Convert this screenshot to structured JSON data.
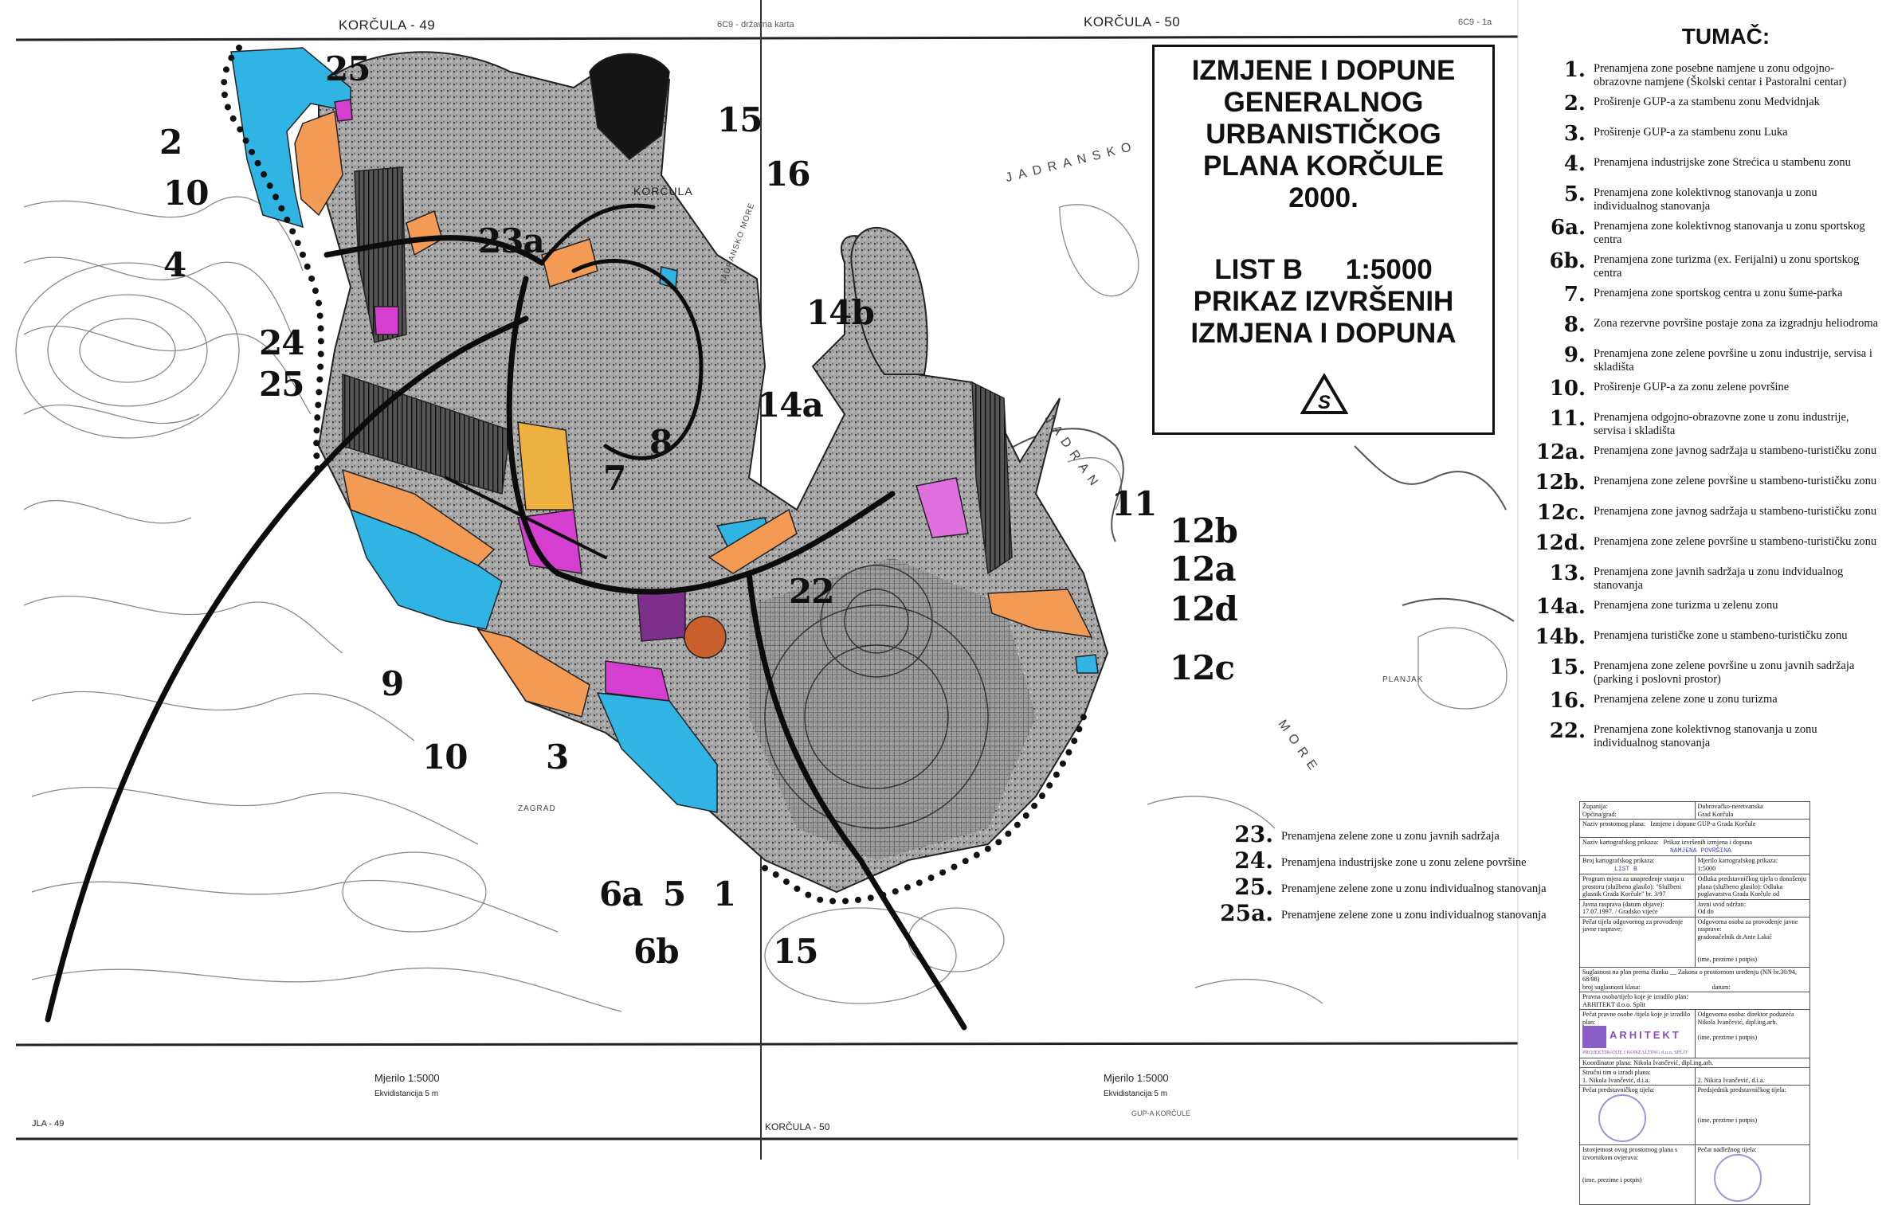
{
  "sheet_headers": {
    "left": "KORČULA - 49",
    "middle": "6C9 - državna karta",
    "right": "KORČULA - 50",
    "right_small": "6C9 - 1a"
  },
  "title_box": {
    "lines": [
      "IZMJENE I DOPUNE",
      "GENERALNOG",
      "URBANISTIČKOG",
      "PLANA KORČULE",
      "2000."
    ],
    "sheet": "LIST B",
    "scale": "1:5000",
    "subtitle_lines": [
      "PRIKAZ IZVRŠENIH",
      "IZMJENA I DOPUNA"
    ],
    "logo_letter": "S"
  },
  "map_labels": [
    "25",
    "2",
    "10",
    "4",
    "23a",
    "24",
    "25",
    "15",
    "16",
    "14b",
    "14a",
    "8",
    "7",
    "11",
    "12b",
    "12a",
    "12d",
    "12c",
    "22",
    "9",
    "10",
    "3",
    "6a",
    "5",
    "1",
    "6b",
    "15"
  ],
  "map_place_names": {
    "town": "KORČULA",
    "sea_1": "JADRANSKO",
    "sea_2": "JADRAN",
    "sea_3": "MORE",
    "islet": "PLANJAK",
    "bay": "ZAGRAD",
    "road": "JADRANSKO MORE"
  },
  "legend": {
    "title": "TUMAČ:",
    "items": [
      {
        "num": "1.",
        "text": "Prenamjena zone posebne namjene u zonu odgojno-obrazovne namjene (Školski centar i Pastoralni centar)"
      },
      {
        "num": "2.",
        "text": "Proširenje GUP-a za stambenu zonu Medvidnjak"
      },
      {
        "num": "3.",
        "text": "Proširenje GUP-a za stambenu zonu Luka"
      },
      {
        "num": "4.",
        "text": "Prenamjena industrijske zone Strećica u stambenu zonu"
      },
      {
        "num": "5.",
        "text": "Prenamjena zone kolektivnog stanovanja u zonu individualnog stanovanja"
      },
      {
        "num": "6a.",
        "text": "Prenamjena zone kolektivnog stanovanja u zonu sportskog centra"
      },
      {
        "num": "6b.",
        "text": "Prenamjena zone turizma (ex. Ferijalni) u zonu sportskog centra"
      },
      {
        "num": "7.",
        "text": "Prenamjena zone sportskog centra u zonu šume-parka"
      },
      {
        "num": "8.",
        "text": "Zona rezervne površine postaje zona za izgradnju heliodroma"
      },
      {
        "num": "9.",
        "text": "Prenamjena zone zelene površine u zonu industrije, servisa i skladišta"
      },
      {
        "num": "10.",
        "text": "Proširenje GUP-a za zonu zelene površine"
      },
      {
        "num": "11.",
        "text": "Prenamjena odgojno-obrazovne zone u zonu industrije, servisa i skladišta"
      },
      {
        "num": "12a.",
        "text": "Prenamjena zone javnog sadržaja u stambeno-turističku zonu"
      },
      {
        "num": "12b.",
        "text": "Prenamjena zone zelene površine u stambeno-turističku zonu"
      },
      {
        "num": "12c.",
        "text": "Prenamjena zone javnog sadržaja u stambeno-turističku zonu"
      },
      {
        "num": "12d.",
        "text": "Prenamjena zone zelene površine u stambeno-turističku zonu"
      },
      {
        "num": "13.",
        "text": "Prenamjena zone javnih sadržaja u zonu indvidualnog stanovanja"
      },
      {
        "num": "14a.",
        "text": "Prenamjena zone turizma u zelenu zonu"
      },
      {
        "num": "14b.",
        "text": "Prenamjena turističke zone u stambeno-turističku zonu"
      },
      {
        "num": "15.",
        "text": "Prenamjena zone zelene površine u zonu javnih sadržaja (parking i poslovni prostor)"
      },
      {
        "num": "16.",
        "text": "Prenamjena zelene zone u zonu turizma"
      },
      {
        "num": "22.",
        "text": "Prenamjena zone kolektivnog stanovanja u zonu individualnog stanovanja"
      }
    ],
    "extra_items": [
      {
        "num": "23.",
        "text": "Prenamjena zelene zone u zonu javnih sadržaja"
      },
      {
        "num": "24.",
        "text": "Prenamjena industrijske zone u zonu zelene površine"
      },
      {
        "num": "25.",
        "text": "Prenamjene zelene zone u zonu individualnog stanovanja"
      },
      {
        "num": "25a.",
        "text": "Prenamjene zelene zone u zonu individualnog stanovanja"
      }
    ]
  },
  "stamp_table": {
    "zupanija_label": "Županija:",
    "zupanija_value": "Dubrovačko-neretvanska",
    "opcina_label": "Općina/grad:",
    "opcina_value": "Grad Korčula",
    "plan_name_label": "Naziv prostornog plana:",
    "plan_name_value": "Izmjene i dopune GUP-a Grada Korčule",
    "map_name_label": "Naziv kartografskog prikaza:",
    "map_name_value": "Prikaz izvršenih izmjena i dopuna",
    "map_name_hand": "NAMJENA POVRŠINA",
    "map_no_label": "Broj kartografskog prikaza:",
    "map_no_hand": "LIST B",
    "scale_label": "Mjerilo kartografskog prikaza:",
    "scale_value": "1:5000",
    "program_text": "Program mjera za unapređenje stanja u prostoru (službeno glasilo): \"Službeni glasnik Grada Korčule\" br. 3/97",
    "decision_text": "Odluka predstavničkog tijela o donošenju plana (službeno glasilo): Odluka poglavarstva Grada Korčule od",
    "debate_label": "Javna rasprava (datum objave):",
    "debate_value": "17.07.1997. / Gradsko vijeće",
    "inspection_label": "Javni uvid održan:",
    "inspection_value": "Od          do",
    "seal_label": "Pečat tijela odgovornog za provođenje javne rasprave:",
    "responsible_label": "Odgovorna osoba za provođenje javne rasprave:",
    "responsible_value": "gradonačelnik dr.Ante Lakić",
    "sign_caption": "(ime, prezime i potpis)",
    "consent_text": "Suglasnost na plan prema članku __ Zakona o prostornom uređenju (NN br.30/94, 68/98)",
    "consent_class": "broj suglasnosti klasa:",
    "consent_date": "datum:",
    "maker_label": "Pravna osoba/tijelo koje je izradilo plan:",
    "maker_value": "ARHITEKT d.o.o. Split",
    "maker_seal_label": "Pečat pravne osobe /tijela koje je izradilo plan:",
    "arhitekt_logo": "ARHITEKT",
    "arhitekt_sub": "PROJEKTIRANJE I KONZALTING d.o.o. SPLIT",
    "director_label": "Odgovorna osoba: direktor poduzeća",
    "director_value": "Nikola Ivančević, dipl.ing.arh.",
    "coordinator": "Koordinator plana: Nikola Ivančević, dipl.ing.arh.",
    "team_label": "Stručni tim u izradi plana:",
    "team_1": "1. Nikola Ivančević, d.i.a.",
    "team_2": "2. Nikica Ivančević, d.i.a.",
    "council_seal_label": "Pečat predstavničkog tijela:",
    "council_president_label": "Predsjednik predstavničkog tijela:",
    "authenticity_label": "Istovjetnost ovog prostornog plana s izvornikom ovjerava:",
    "authority_seal_label": "Pečat nadležnog tijela:"
  },
  "bottom_strip": {
    "scale_left": "Mjerilo 1:5000",
    "contour_left": "Ekvidistancija 5 m",
    "scale_right": "Mjerilo 1:5000",
    "contour_right": "Ekvidistancija 5 m",
    "sheet_left": "JLA - 49",
    "sheet_center": "KORČULA - 50",
    "gup_label": "GUP-A KORČULE"
  },
  "colors": {
    "blue": "#2fb4e4",
    "orange": "#f39a55",
    "magenta": "#d43fd0",
    "purple": "#7d2f8c",
    "yellow": "#eeb040",
    "gray": "#a4a4a4",
    "dark": "#1d2226"
  }
}
